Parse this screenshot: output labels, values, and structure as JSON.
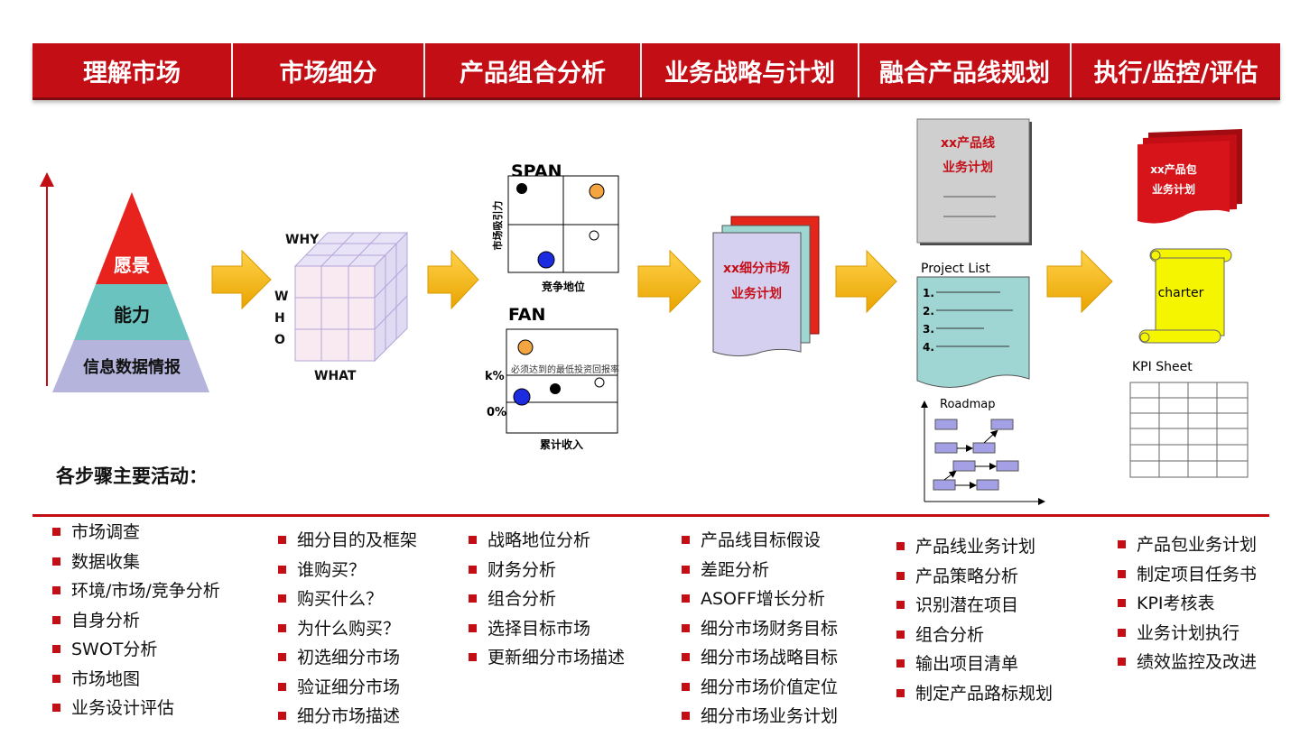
{
  "header": {
    "stages": [
      "理解市场",
      "市场细分",
      "产品组合分析",
      "业务战略与计划",
      "融合产品线规划",
      "执行/监控/评估"
    ]
  },
  "pyramid": {
    "top": "愿景",
    "middle": "能力",
    "bottom": "信息数据情报",
    "colors": {
      "top": "#e8231e",
      "middle": "#6bc3c0",
      "bottom": "#b4b4dc"
    }
  },
  "cube": {
    "why": "WHY",
    "who": [
      "W",
      "H",
      "O"
    ],
    "what": "WHAT"
  },
  "span": {
    "title": "SPAN",
    "ylabel": "市场吸引力",
    "xlabel": "竞争地位"
  },
  "fan": {
    "title": "FAN",
    "k_label": "k%",
    "zero_label": "0%",
    "annotation": "必须达到的最低投资回报率",
    "xlabel": "累计收入"
  },
  "segment_plan": {
    "line1": "xx细分市场",
    "line2": "业务计划"
  },
  "productline_plan": {
    "line1": "xx产品线",
    "line2": "业务计划"
  },
  "project_list": {
    "title": "Project List",
    "items": [
      "1.",
      "2.",
      "3.",
      "4."
    ]
  },
  "roadmap": {
    "title": "Roadmap"
  },
  "package_plan": {
    "line1": "xx产品包",
    "line2": "业务计划"
  },
  "charter": {
    "label": "charter"
  },
  "kpi": {
    "title": "KPI Sheet"
  },
  "activities": {
    "title": "各步骤主要活动：",
    "columns": [
      [
        "市场调查",
        "数据收集",
        "环境/市场/竞争分析",
        "自身分析",
        "SWOT分析",
        "市场地图",
        "业务设计评估"
      ],
      [
        "细分目的及框架",
        "谁购买？",
        "购买什么？",
        "为什么购买？",
        "初选细分市场",
        "验证细分市场",
        "细分市场描述"
      ],
      [
        "战略地位分析",
        "财务分析",
        "组合分析",
        "选择目标市场",
        "更新细分市场描述"
      ],
      [
        "产品线目标假设",
        "差距分析",
        "ASOFF增长分析",
        "细分市场财务目标",
        "细分市场战略目标",
        "细分市场价值定位",
        "细分市场业务计划"
      ],
      [
        "产品线业务计划",
        "产品策略分析",
        "识别潜在项目",
        "组合分析",
        "输出项目清单",
        "制定产品路标规划"
      ],
      [
        "产品包业务计划",
        "制定项目任务书",
        "KPI考核表",
        "业务计划执行",
        "绩效监控及改进"
      ]
    ]
  },
  "colors": {
    "brand_red": "#c40e16",
    "arrow": "#f5b800"
  }
}
